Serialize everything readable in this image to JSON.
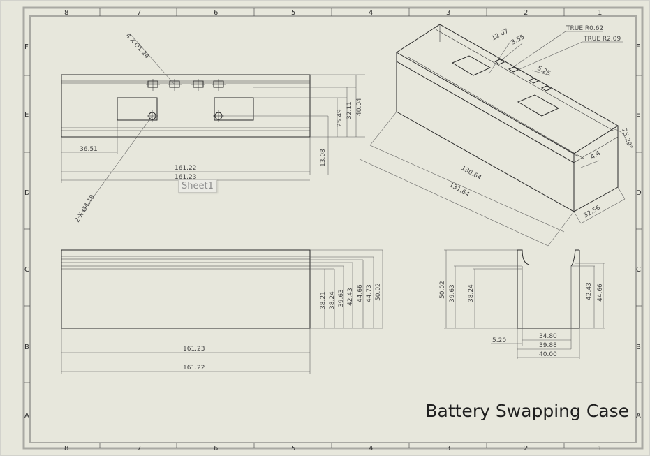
{
  "sheet": {
    "tab_label": "Sheet1",
    "title": "Battery Swapping Case",
    "paper_color": "#e7e7dc",
    "frame_color": "#a9a9a3"
  },
  "zones": {
    "columns": [
      "8",
      "7",
      "6",
      "5",
      "4",
      "3",
      "2",
      "1"
    ],
    "rows": [
      "F",
      "E",
      "D",
      "C",
      "B",
      "A"
    ]
  },
  "front_view": {
    "hole_callout_top": "4 X Ø1.24",
    "hole_callout_bottom": "2 X Ø4.19",
    "dims": {
      "right_25_49": "25.49",
      "right_32_11": "32.11",
      "right_40_04": "40.04",
      "right_13_08": "13.08",
      "left_offset": "36.51",
      "length_a": "161.22",
      "length_b": "161.23"
    }
  },
  "side_view": {
    "dims": [
      "38.21",
      "38.24",
      "39.63",
      "42.43",
      "44.66",
      "44.73",
      "50.02"
    ],
    "length_top": "161.23",
    "length_bottom": "161.22"
  },
  "end_view": {
    "left_dims": [
      "50.02",
      "39.63",
      "38.24"
    ],
    "right_dims": [
      "42.43",
      "44.66"
    ],
    "bottom_dims": {
      "d_5_20": "5.20",
      "d_34_80": "34.80",
      "d_39_88": "39.88",
      "d_40_00": "40.00"
    }
  },
  "iso_view": {
    "dims": {
      "d_12_07": "12.07",
      "d_3_55": "3.55",
      "true_r_062": "TRUE R0.62",
      "true_r_209": "TRUE R2.09",
      "d_5_25": "5.25",
      "d_130_64": "130.64",
      "d_131_64": "131.64",
      "d_25_29": "25.29°",
      "d_4_4": "4.4",
      "d_32_56": "32.56"
    }
  }
}
